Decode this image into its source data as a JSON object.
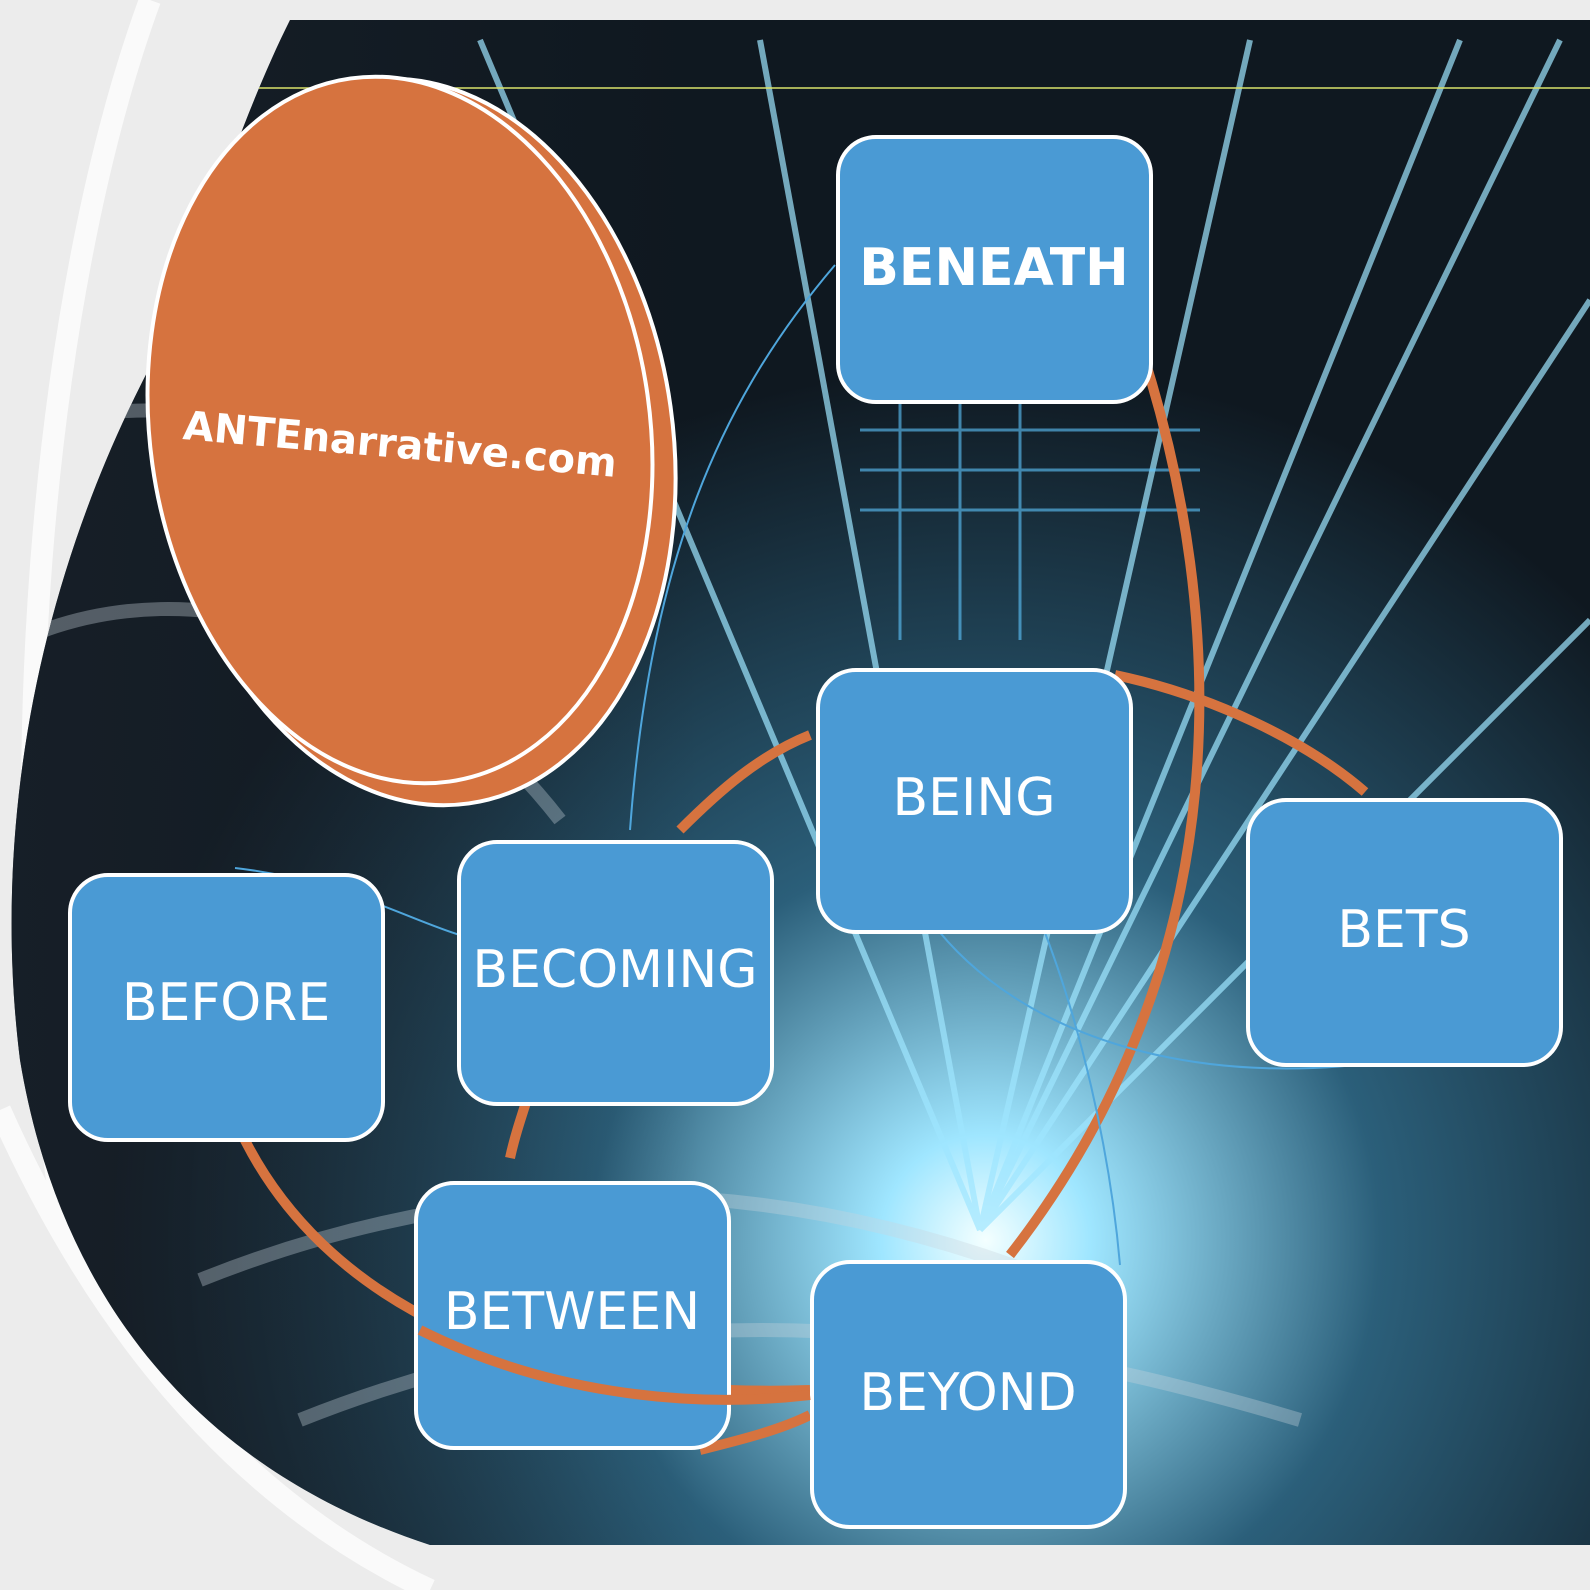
{
  "logo": {
    "text": "ANTEnarrative.com"
  },
  "nodes": {
    "beneath": "BENEATH",
    "being": "BEING",
    "bets": "BETS",
    "becoming": "BECOMING",
    "before": "BEFORE",
    "between": "BETWEEN",
    "beyond": "BEYOND"
  },
  "colors": {
    "page_background": "#ececec",
    "box_fill": "#4a9ad4",
    "box_stroke": "#ffffff",
    "logo_fill": "#d6733f",
    "arc_orange": "#d6733f",
    "thin_line": "#4fa6dc",
    "photo_dark": "#0f1820",
    "photo_light": "#9fe6ff"
  },
  "icons": {
    "background": "futuristic-tunnel-image",
    "logo": "orange-circle"
  }
}
